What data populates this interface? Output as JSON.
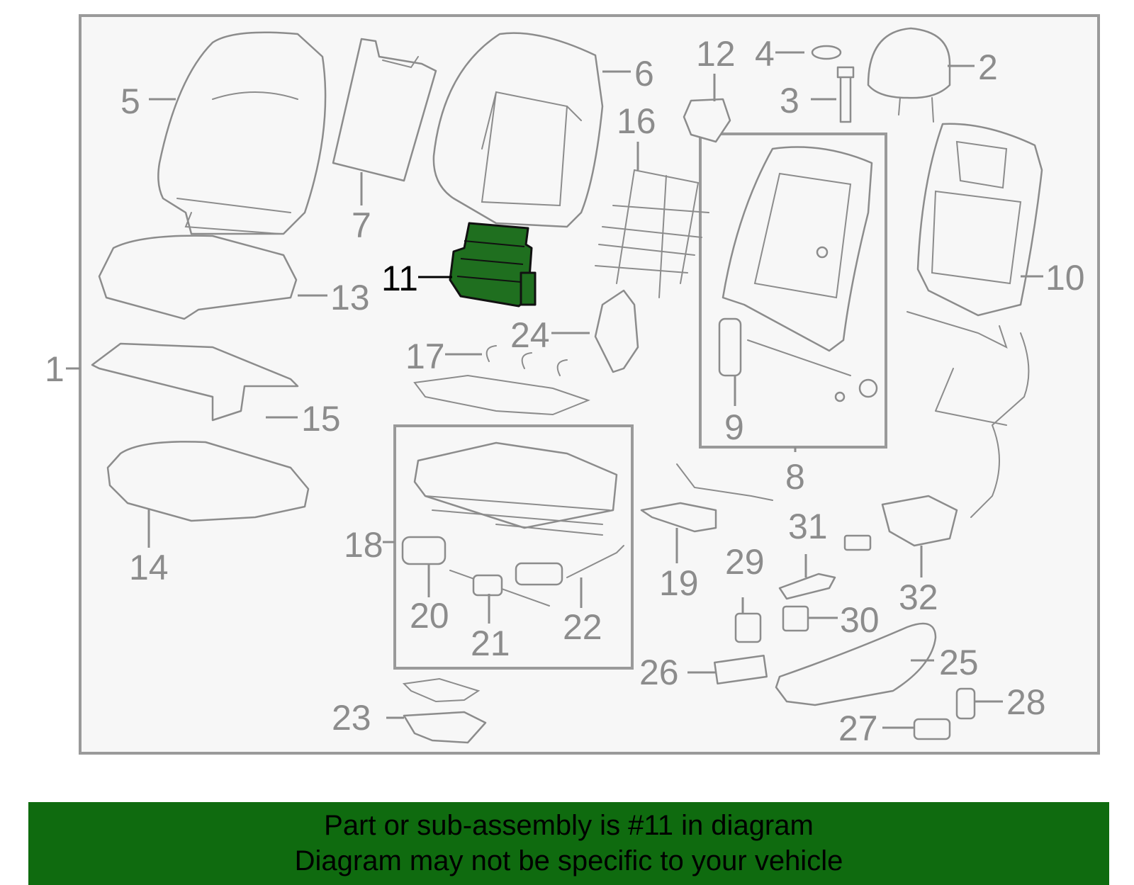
{
  "diagram": {
    "highlighted_part": "11",
    "accent_color": "#1f6f1f",
    "part_numbers": [
      "1",
      "2",
      "3",
      "4",
      "5",
      "6",
      "7",
      "8",
      "9",
      "10",
      "11",
      "12",
      "13",
      "14",
      "15",
      "16",
      "17",
      "18",
      "19",
      "20",
      "21",
      "22",
      "23",
      "24",
      "25",
      "26",
      "27",
      "28",
      "29",
      "30",
      "31",
      "32"
    ]
  },
  "banner": {
    "line1": "Part or sub-assembly is #11 in diagram",
    "line2": "Diagram may not be specific to your vehicle",
    "color": "#0f6b0f"
  }
}
